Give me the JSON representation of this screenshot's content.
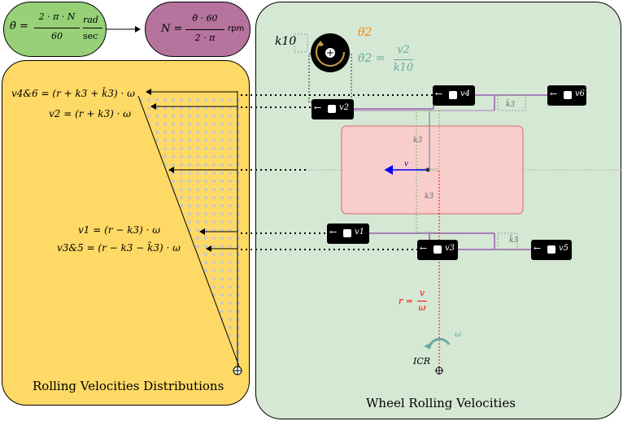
{
  "formulas": {
    "theta_dot": {
      "lhs": "θ̇ =",
      "num": "2 · π · N",
      "den": "60",
      "unit_num": "rad",
      "unit_den": "sec"
    },
    "rpm": {
      "lhs": "N =",
      "num": "θ̇ · 60",
      "den": "2 · π",
      "unit": "rpm"
    }
  },
  "left_panel": {
    "title": "Rolling Velocities Distributions",
    "eq_v46": "v4&6 = (r + k3 + k̄3) · ω",
    "eq_v2": "v2 = (r + k3) · ω",
    "eq_v1": "v1 = (r − k3) · ω",
    "eq_v35": "v3&5 = (r − k3 − k̄3) · ω"
  },
  "right_panel": {
    "title": "Wheel Rolling Velocities",
    "k10": "k10",
    "theta2": "θ2",
    "theta2_dot_lhs": "θ̇2 =",
    "theta2_dot_num": "v2",
    "theta2_dot_den": "k10",
    "k3_labels": [
      "k3",
      "k3",
      "k̄3",
      "k̄3"
    ],
    "v_label": "v",
    "r_lhs": "r =",
    "r_num": "v",
    "r_den": "ω",
    "omega": "ω",
    "icr": "ICR",
    "wheels": [
      "v4",
      "v6",
      "v2",
      "v1",
      "v3",
      "v5"
    ]
  },
  "colors": {
    "green_fill": "#d5e8d4",
    "green_stroke": "#82b366",
    "yellow_fill": "#ffd966",
    "formula_green": "#97d077",
    "formula_purple": "#b5739d",
    "body_fill": "#f8cecc",
    "body_stroke": "#e06666",
    "wheel": "#000000",
    "track": "#a680b8",
    "theta2_color": "#f08705",
    "theta_dot_color": "#67ab9f",
    "blue": "#0000ff",
    "red": "#ff0000"
  }
}
